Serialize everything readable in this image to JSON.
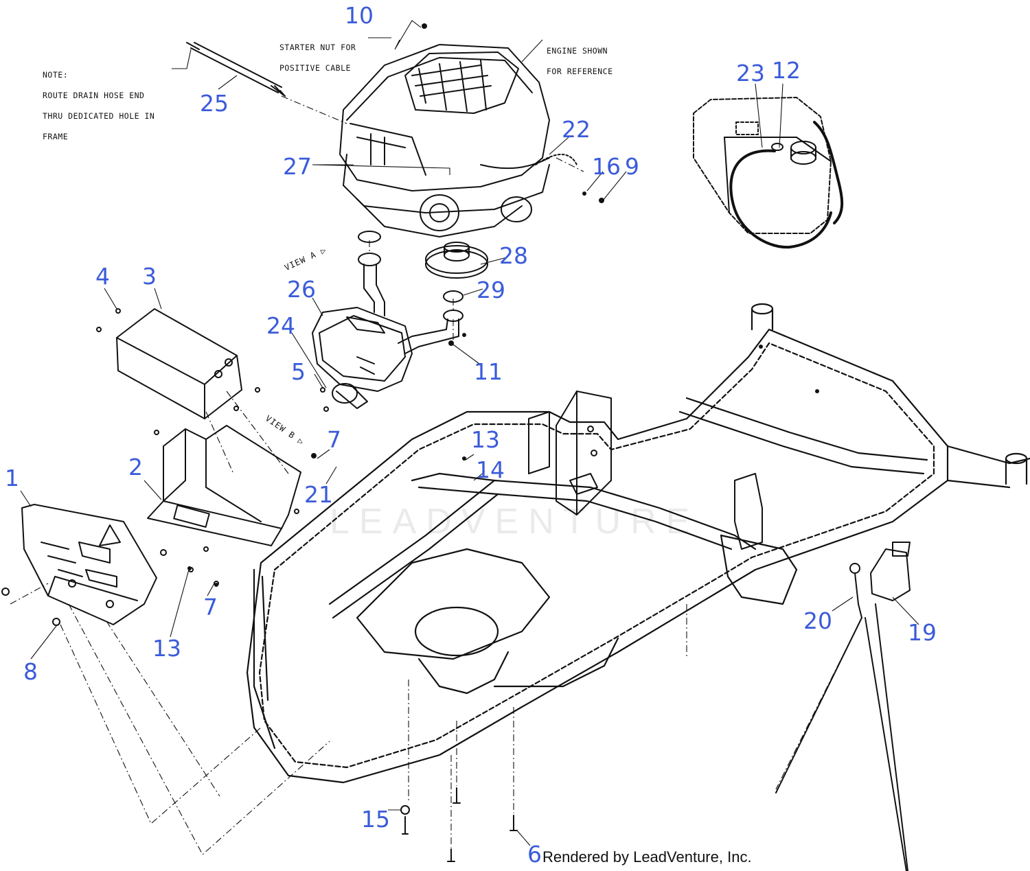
{
  "diagram": {
    "accent_color": "#3a5bd9",
    "line_color": "#111111",
    "notes": {
      "starter": [
        "STARTER NUT FOR",
        "POSITIVE CABLE"
      ],
      "engine": [
        "ENGINE SHOWN",
        "FOR REFERENCE"
      ],
      "drain": [
        "NOTE:",
        "ROUTE DRAIN HOSE END",
        "THRU DEDICATED HOLE IN",
        "FRAME"
      ]
    },
    "view_labels": {
      "view_a": "VIEW A",
      "view_b": "VIEW B"
    },
    "callouts": {
      "c1": "1",
      "c2": "2",
      "c3": "3",
      "c4": "4",
      "c5": "5",
      "c6": "6",
      "c7a": "7",
      "c7b": "7",
      "c8": "8",
      "c9": "9",
      "c10": "10",
      "c11": "11",
      "c12": "12",
      "c13a": "13",
      "c13b": "13",
      "c14": "14",
      "c15": "15",
      "c16": "16",
      "c19": "19",
      "c20": "20",
      "c21": "21",
      "c22": "22",
      "c23": "23",
      "c24": "24",
      "c25": "25",
      "c26": "26",
      "c27": "27",
      "c28": "28",
      "c29": "29"
    },
    "watermark": "LEADVENTURE",
    "footer": "Rendered by LeadVenture, Inc."
  }
}
